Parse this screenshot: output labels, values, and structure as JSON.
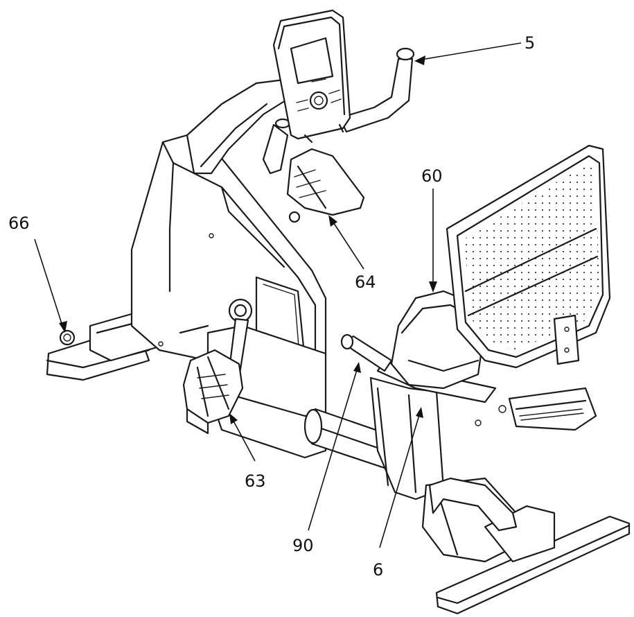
{
  "figure": {
    "subject": "recumbent exercise bike exploded-callout drawing",
    "callouts": [
      {
        "id": "label-5",
        "text": "5"
      },
      {
        "id": "label-60",
        "text": "60"
      },
      {
        "id": "label-66",
        "text": "66"
      },
      {
        "id": "label-64",
        "text": "64"
      },
      {
        "id": "label-63",
        "text": "63"
      },
      {
        "id": "label-90",
        "text": "90"
      },
      {
        "id": "label-6",
        "text": "6"
      }
    ]
  }
}
